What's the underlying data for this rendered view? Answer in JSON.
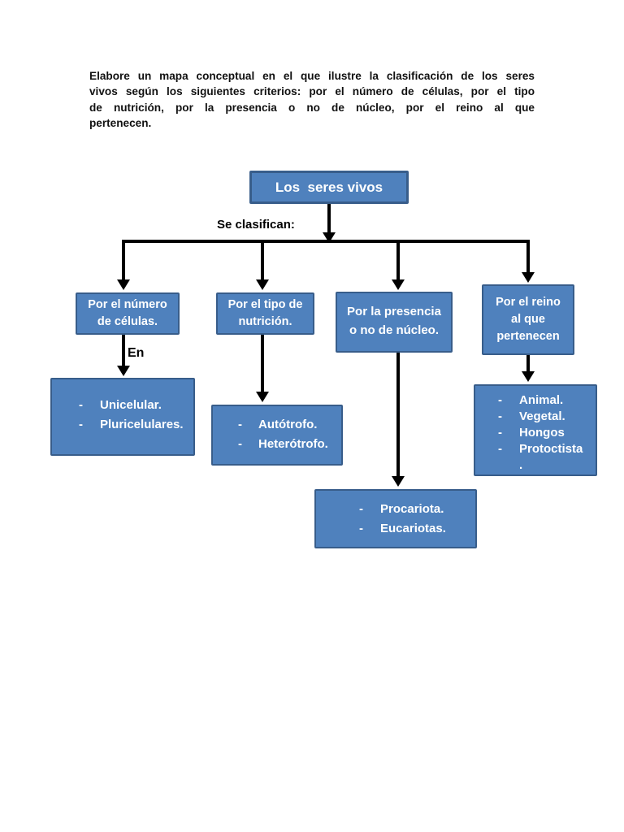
{
  "instructions": {
    "lines": [
      "Elabore un mapa conceptual en el que ilustre la clasificación de los seres",
      "vivos según los siguientes criterios: por el número de células, por el tipo",
      "de nutrición, por la presencia o no de núcleo, por el reino al que",
      "pertenecen."
    ]
  },
  "diagram": {
    "colors": {
      "box_fill": "#4f81bd",
      "box_border": "#385d8a",
      "box_text": "#ffffff",
      "arrow": "#000000"
    },
    "bullet": "-",
    "root_label": "Los  seres vivos",
    "classify_label": "Se clasifican:",
    "en_label": "En",
    "categories": [
      {
        "lines": [
          "Por el número",
          "de células."
        ]
      },
      {
        "lines": [
          "Por el tipo de",
          "nutrición."
        ]
      },
      {
        "lines": [
          "Por la presencia",
          "o no de núcleo."
        ]
      },
      {
        "lines": [
          "Por el reino",
          "al que",
          "pertenecen"
        ]
      }
    ],
    "leaves": [
      {
        "items": [
          "Unicelular.",
          "Pluricelulares."
        ]
      },
      {
        "items": [
          "Autótrofo.",
          "Heterótrofo."
        ]
      },
      {
        "items": [
          "Procariota.",
          "Eucariotas."
        ]
      },
      {
        "items": [
          "Animal.",
          "Vegetal.",
          "Hongos",
          "Protoctista"
        ],
        "continuation": ".",
        "clipped_fragment": "-- ´"
      }
    ]
  }
}
